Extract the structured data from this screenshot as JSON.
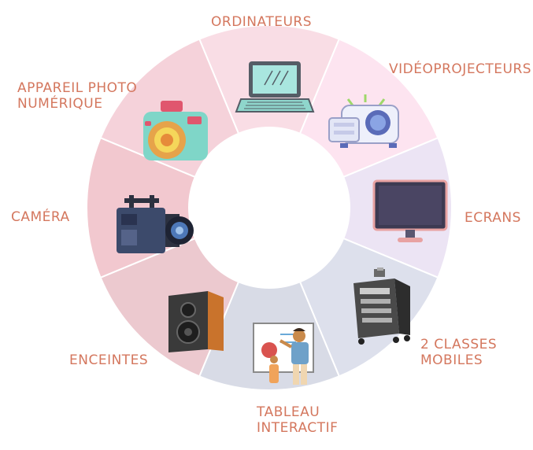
{
  "colors": {
    "label": "#d4775e",
    "segments": [
      "#f9dde5",
      "#fde4f0",
      "#ece4f4",
      "#dde0ec",
      "#d8dbe6",
      "#ecc9cf",
      "#f2c8cf",
      "#f5d2da"
    ]
  },
  "segments": [
    {
      "name": "ordinateurs",
      "icon": "laptop-icon",
      "lines": [
        "ORDINATEURS"
      ]
    },
    {
      "name": "videoprojecteurs",
      "icon": "projector-icon",
      "lines": [
        "VIDÉOPROJECTEURS"
      ]
    },
    {
      "name": "ecrans",
      "icon": "monitor-icon",
      "lines": [
        "ECRANS"
      ]
    },
    {
      "name": "classes-mobiles",
      "icon": "mobile-cart-icon",
      "lines": [
        "2 CLASSES",
        "MOBILES"
      ]
    },
    {
      "name": "tableau-interactif",
      "icon": "whiteboard-icon",
      "lines": [
        "TABLEAU",
        "INTERACTIF"
      ]
    },
    {
      "name": "enceintes",
      "icon": "speaker-icon",
      "lines": [
        "ENCEINTES"
      ]
    },
    {
      "name": "camera",
      "icon": "video-camera-icon",
      "lines": [
        "CAMÉRA"
      ]
    },
    {
      "name": "appareil-photo",
      "icon": "photo-camera-icon",
      "lines": [
        "APPAREIL PHOTO",
        "NUMÉRIQUE"
      ]
    }
  ]
}
